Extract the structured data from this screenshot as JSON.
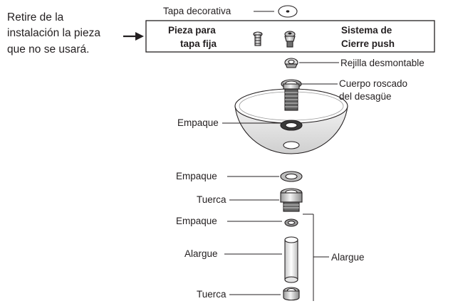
{
  "note": {
    "line1": "Retire de la",
    "line2": "instalación la pieza",
    "line3": "que no se usará."
  },
  "labels": {
    "tapa_decorativa": "Tapa decorativa",
    "pieza_line1": "Pieza para",
    "pieza_line2": "tapa fija",
    "sistema_line1": "Sistema de",
    "sistema_line2": "Cierre push",
    "rejilla": "Rejilla desmontable",
    "cuerpo_line1": "Cuerpo roscado",
    "cuerpo_line2": "del desagüe",
    "empaque_lavabo": "Empaque",
    "empaque_1": "Empaque",
    "tuerca_1": "Tuerca",
    "empaque_2": "Empaque",
    "alargue_pieza": "Alargue",
    "alargue_grupo": "Alargue",
    "tuerca_2": "Tuerca"
  }
}
